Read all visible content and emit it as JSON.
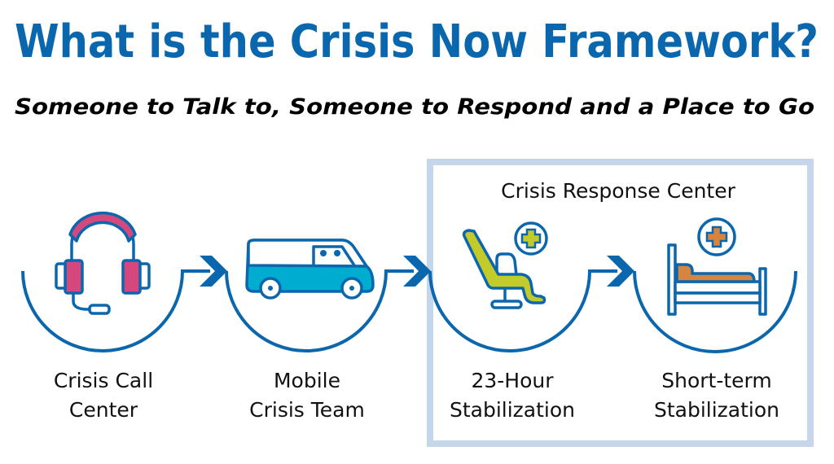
{
  "title": "What is the Crisis Now Framework?",
  "subtitle": "Someone to Talk to, Someone to Respond and a Place to Go",
  "group": {
    "label": "Crisis Response Center"
  },
  "steps": [
    {
      "line1": "Crisis Call",
      "line2": "Center",
      "icon": "headset-icon"
    },
    {
      "line1": "Mobile",
      "line2": "Crisis Team",
      "icon": "van-icon"
    },
    {
      "line1": "23-Hour",
      "line2": "Stabilization",
      "icon": "recliner-chair-icon"
    },
    {
      "line1": "Short-term",
      "line2": "Stabilization",
      "icon": "hospital-bed-icon"
    }
  ],
  "colors": {
    "primary": "#0a67ad",
    "group_border": "#c5d5ea",
    "headset": "#d4487e",
    "van": "#00acd0",
    "chair": "#c3cb2a",
    "bed": "#d7843e"
  }
}
